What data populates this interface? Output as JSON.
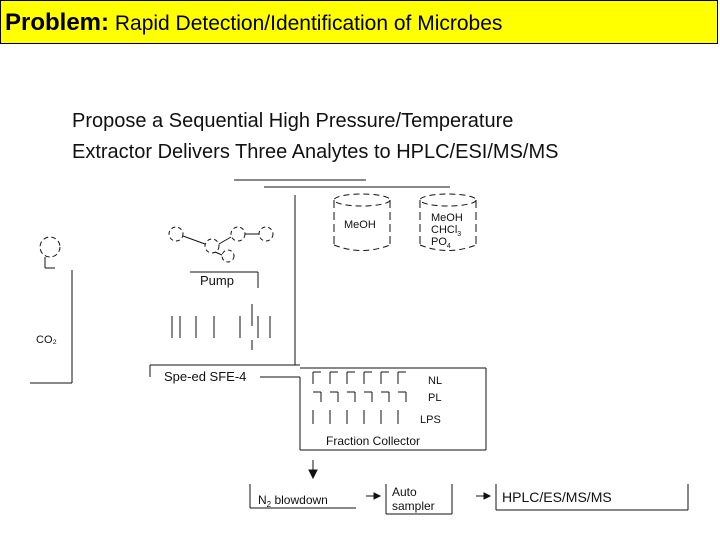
{
  "title": {
    "bold": "Problem:",
    "rest": " Rapid Detection/Identification of Microbes"
  },
  "subtitle": {
    "line1": "Propose a Sequential High Pressure/Temperature",
    "line2": "Extractor Delivers Three Analytes to HPLC/ESI/MS/MS"
  },
  "diagram": {
    "solvent1": "MeOH",
    "solvent2_line1": "MeOH",
    "solvent2_line2": "CHCl",
    "solvent2_sub1": "3",
    "solvent2_line3": "PO",
    "solvent2_sub2": "4",
    "pump": "Pump",
    "co2": "CO₂",
    "extractor": "Spe-ed SFE-4",
    "fraction_nl": "NL",
    "fraction_pl": "PL",
    "fraction_lps": "LPS",
    "fraction_collector": "Fraction Collector",
    "blowdown_prefix": "N",
    "blowdown_sub": "2",
    "blowdown_suffix": " blowdown",
    "autosampler_line1": "Auto",
    "autosampler_line2": "sampler",
    "hplc": "HPLC/ES/MS/MS"
  },
  "colors": {
    "title_bg": "#ffff00",
    "line": "#111111"
  }
}
